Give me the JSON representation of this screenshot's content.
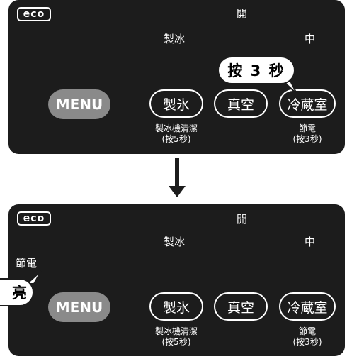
{
  "panel_top": {
    "eco_label": "eco",
    "status_open": "開",
    "status_mode": "製冰",
    "status_level": "中",
    "menu_label": "MENU",
    "buttons": [
      "製氷",
      "真空",
      "冷蔵室"
    ],
    "sub_ice": [
      "製冰機清潔",
      "(按5秒)"
    ],
    "sub_fridge": [
      "節電",
      "(按3秒)"
    ],
    "callout": "按 3 秒"
  },
  "panel_bottom": {
    "eco_label": "eco",
    "status_open": "開",
    "status_mode": "製冰",
    "status_level": "中",
    "status_save": "節電",
    "menu_label": "MENU",
    "buttons": [
      "製氷",
      "真空",
      "冷蔵室"
    ],
    "sub_ice": [
      "製冰機清潔",
      "(按5秒)"
    ],
    "sub_fridge": [
      "節電",
      "(按3秒)"
    ],
    "callout": "亮"
  },
  "icons": {
    "transition": "down-arrow-icon"
  },
  "colors": {
    "panel": "#1c1c1c",
    "menu": "#8a8a8a",
    "text": "#ffffff"
  }
}
